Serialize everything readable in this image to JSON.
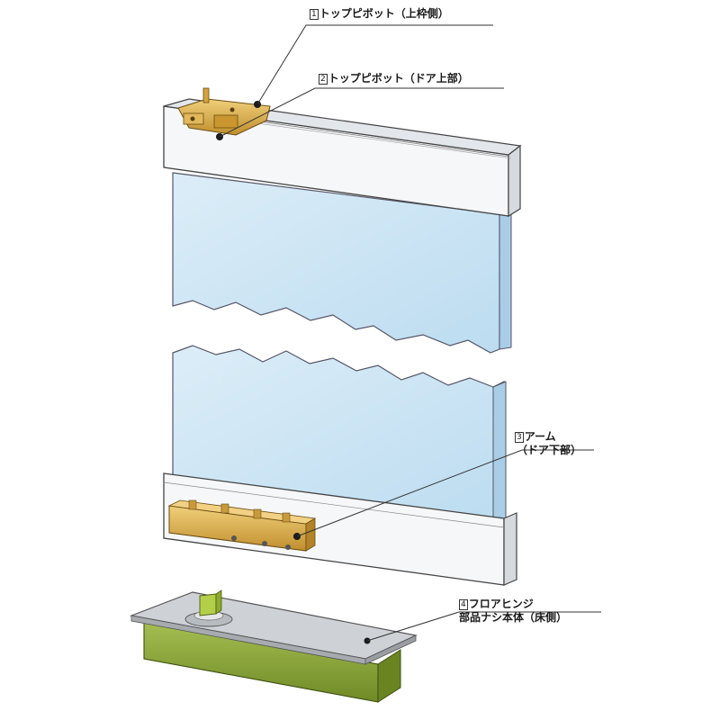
{
  "callouts": [
    {
      "num": "1",
      "text": "トップピボット（上枠側）"
    },
    {
      "num": "2",
      "text": "トップピボット（ドア上部）"
    },
    {
      "num": "3",
      "text": "アーム",
      "sub": "（ドア下部）"
    },
    {
      "num": "4",
      "text": "フロアヒンジ",
      "sub": "部品ナシ本体（床側）"
    }
  ],
  "colors": {
    "glass": "#cfe6f5",
    "frame": "#f4f6f8",
    "brass": "#d6a84a",
    "hinge_body": "#8faa3c",
    "hinge_plate": "#c9ccd0"
  }
}
